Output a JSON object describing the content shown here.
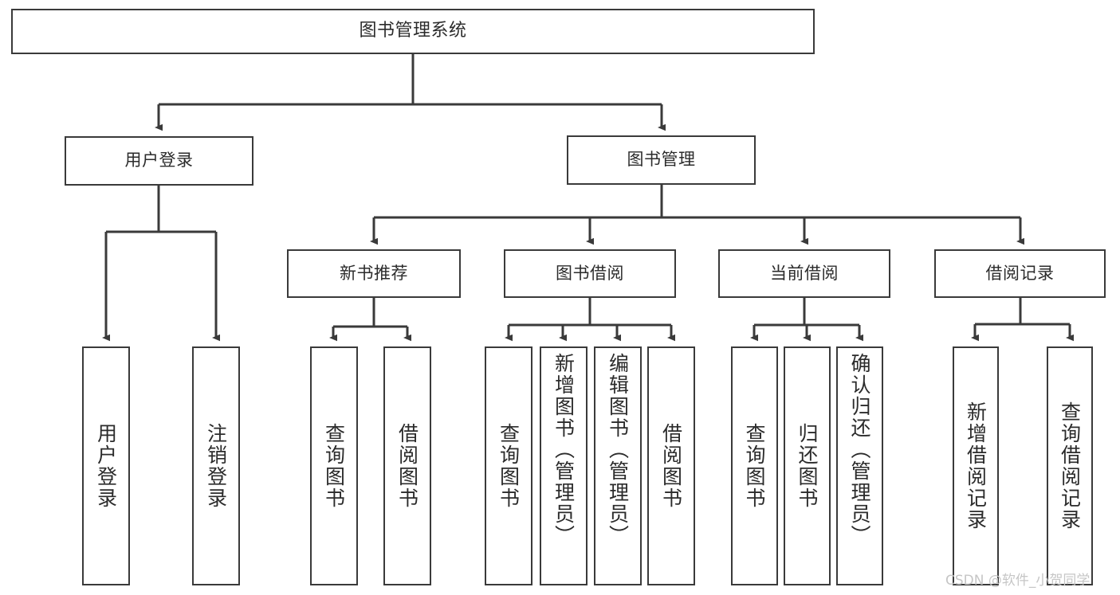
{
  "diagram": {
    "type": "tree",
    "title": "图书管理系统",
    "root": {
      "label": "图书管理系统"
    },
    "level1": [
      {
        "label": "用户登录"
      },
      {
        "label": "图书管理"
      }
    ],
    "level2": [
      {
        "label": "新书推荐"
      },
      {
        "label": "图书借阅"
      },
      {
        "label": "当前借阅"
      },
      {
        "label": "借阅记录"
      }
    ],
    "leaves": {
      "user_login": [
        {
          "label": "用户登录"
        },
        {
          "label": "注销登录"
        }
      ],
      "new_book_recommend": [
        {
          "label": "查询图书"
        },
        {
          "label": "借阅图书"
        }
      ],
      "book_borrow": [
        {
          "label": "查询图书"
        },
        {
          "label": "新增图书（管理员）"
        },
        {
          "label": "编辑图书（管理员）"
        },
        {
          "label": "借阅图书"
        }
      ],
      "current_borrow": [
        {
          "label": "查询图书"
        },
        {
          "label": "归还图书"
        },
        {
          "label": "确认归还（管理员）"
        }
      ],
      "borrow_record": [
        {
          "label": "新增借阅记录"
        },
        {
          "label": "查询借阅记录"
        }
      ]
    }
  },
  "watermark": {
    "text": "CSDN @软件_小贺同学"
  },
  "colors": {
    "stroke": "#3a3a3a",
    "background": "#ffffff",
    "text": "#2b2b2b",
    "watermark": "#c6c6c6"
  }
}
